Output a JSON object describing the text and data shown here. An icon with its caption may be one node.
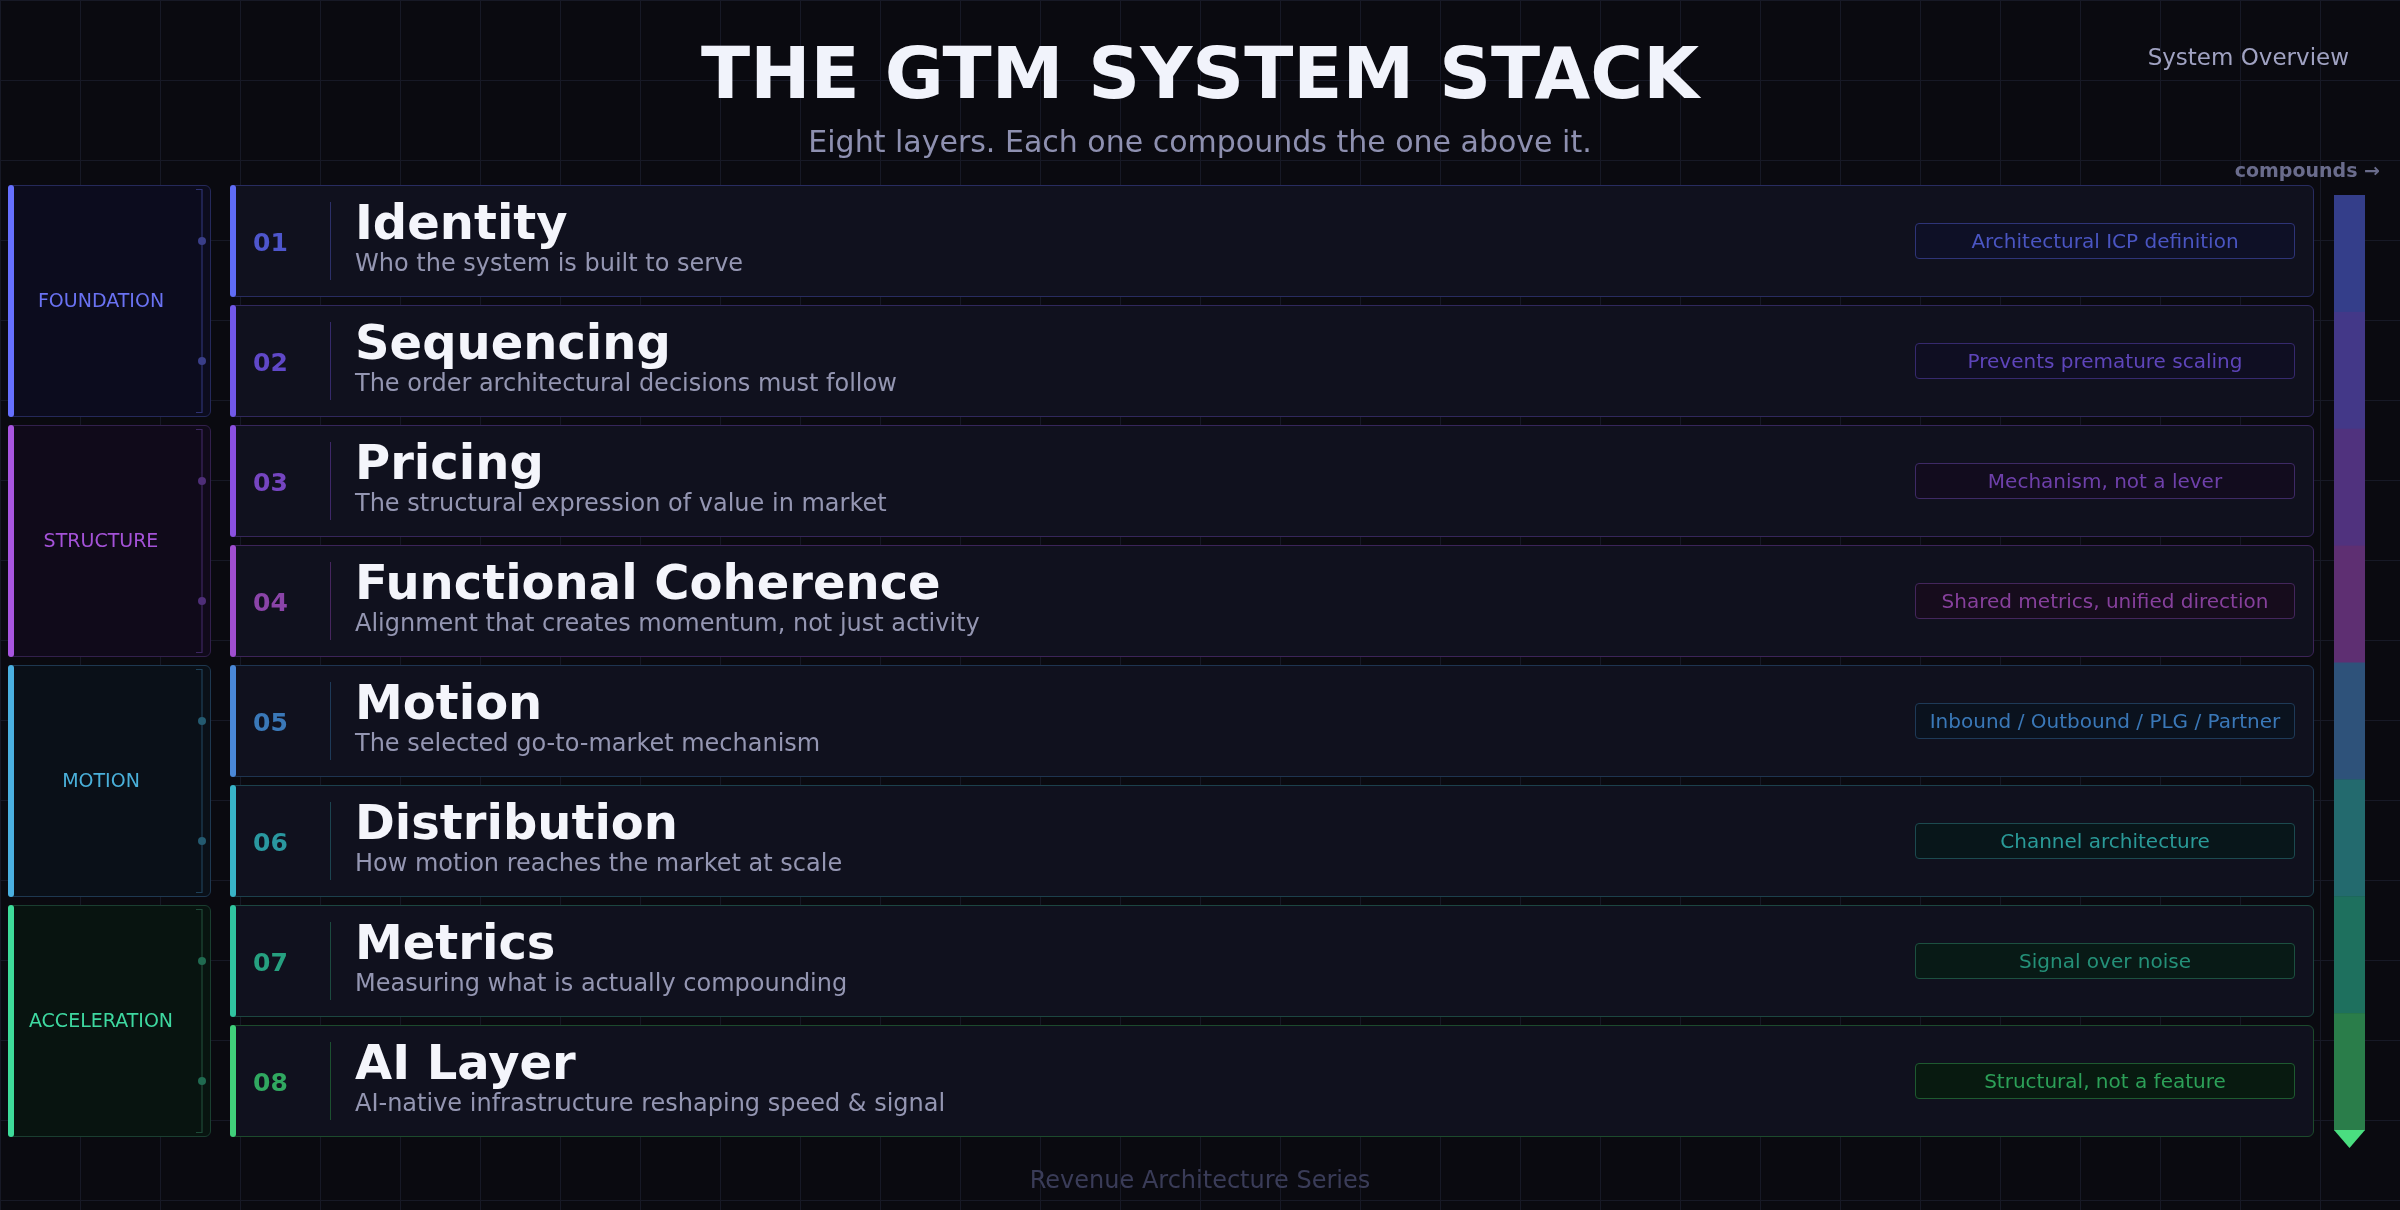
{
  "diagram": {
    "title": "THE GTM SYSTEM STACK",
    "nodes": [
      {
        "text": [
          "FOUNDATION"
        ]
      },
      {
        "text": [
          "01",
          "Identity",
          "Who the system is built to serve"
        ]
      },
      {
        "text": [
          "Architectural ICP definition"
        ],
        "in": 1
      },
      {
        "text": [
          "02",
          "Sequencing",
          "The order architectural decisions must follow"
        ]
      },
      {
        "text": [
          "Prevents premature scaling"
        ],
        "in": 3
      },
      {
        "text": [
          "STRUCTURE"
        ]
      },
      {
        "text": [
          "03",
          "Pricing",
          "The structural expression of value in market"
        ]
      },
      {
        "text": [
          "Mechanism, not a lever"
        ],
        "in": 6
      },
      {
        "text": [
          "04",
          "Functional Coherence",
          "Alignment that creates momentum, not just activity"
        ]
      },
      {
        "text": [
          "Shared metrics, unified direction"
        ],
        "in": 8
      },
      {
        "text": [
          "MOTION"
        ]
      },
      {
        "text": [
          "05",
          "Motion",
          "The selected go-to-market mechanism"
        ]
      },
      {
        "text": [
          "Inbound / Outbound / PLG / Partner"
        ],
        "in": 11
      },
      {
        "text": [
          "06",
          "Distribution",
          "How motion reaches the market at scale"
        ]
      },
      {
        "text": [
          "Channel architecture"
        ],
        "in": 13
      },
      {
        "text": [
          "ACCELERATION"
        ]
      },
      {
        "text": [
          "07",
          "Metrics",
          "Measuring what is actually compounding"
        ]
      },
      {
        "text": [
          "Signal over noise"
        ],
        "in": 16
      },
      {
        "text": [
          "08",
          "AI Layer",
          "AI-native infrastructure reshaping speed & signal"
        ]
      },
      {
        "text": [
          "Structural, not a feature"
        ],
        "in": 18
      }
    ],
    "labels": [
      "System Overview",
      "Eight layers. Each one compounds the one above it.",
      "compounds →",
      "Revenue Architecture Series"
    ]
  }
}
